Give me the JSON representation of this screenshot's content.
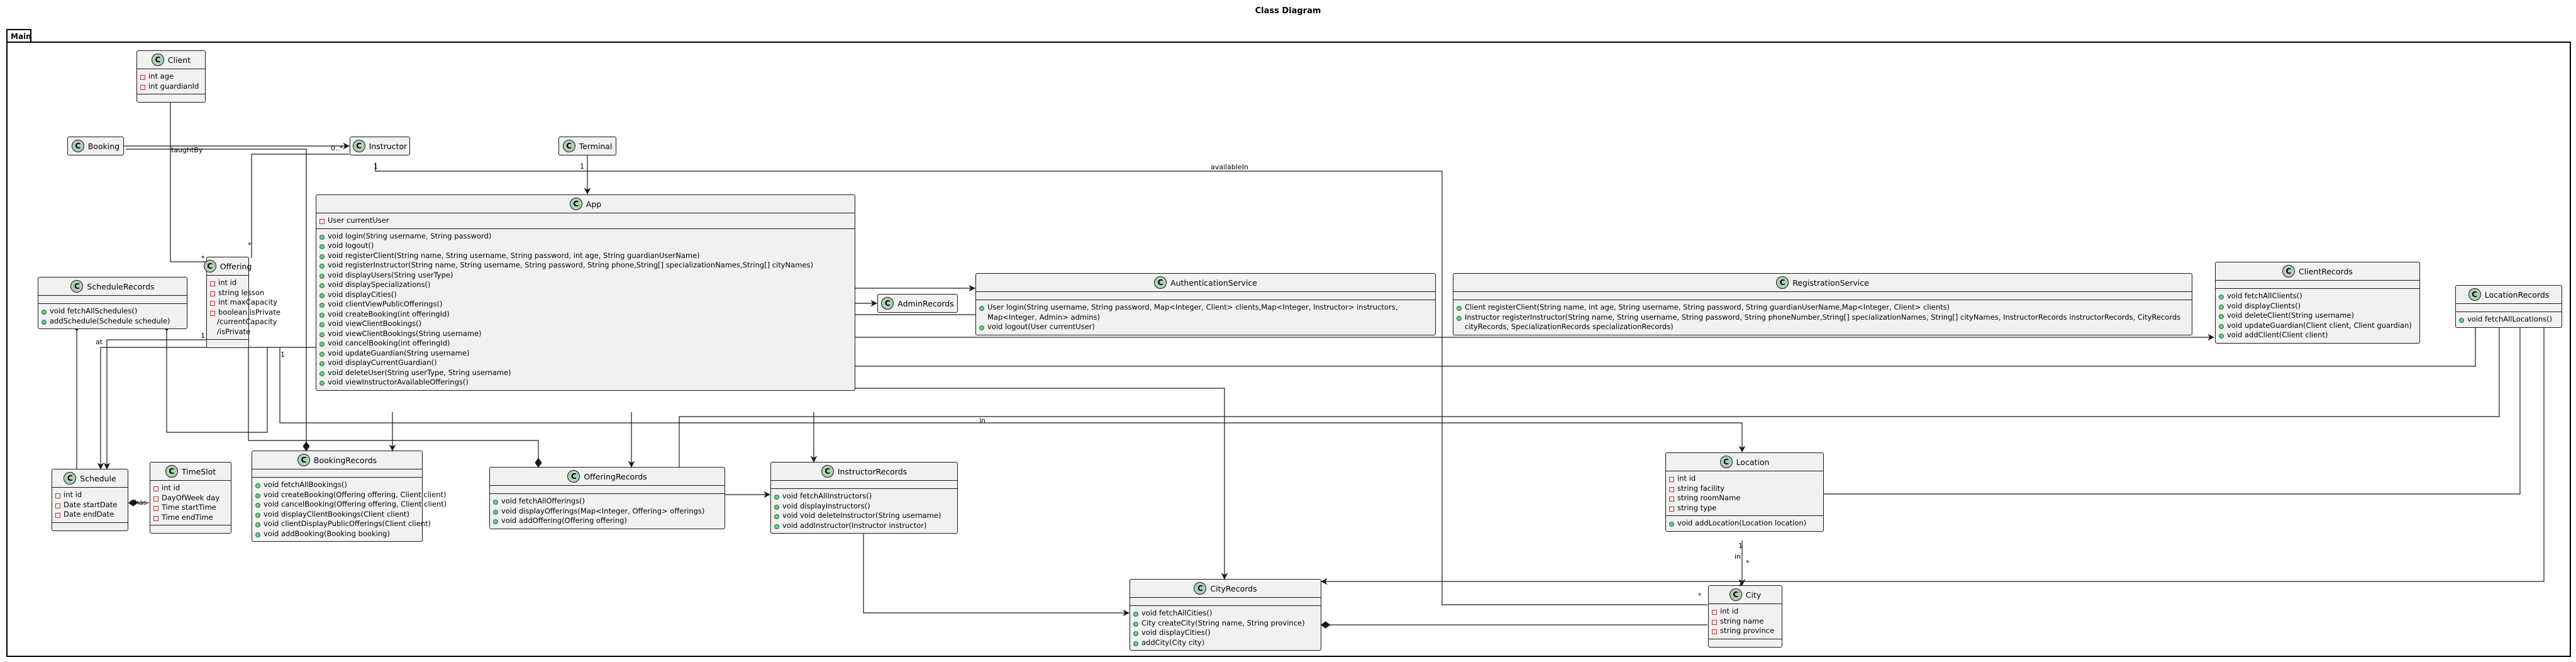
{
  "diagram_title": "Class Diagram",
  "package_name": "Main",
  "class_badge": "C",
  "classes": {
    "client": {
      "name": "Client",
      "attributes": [
        "int age",
        "int guardianId"
      ],
      "methods": []
    },
    "booking": {
      "name": "Booking",
      "attributes": [],
      "methods": []
    },
    "instructor": {
      "name": "Instructor",
      "attributes": [],
      "methods": []
    },
    "terminal": {
      "name": "Terminal",
      "attributes": [],
      "methods": []
    },
    "app": {
      "name": "App",
      "attributes": [
        "User currentUser"
      ],
      "methods": [
        "void login(String username, String password)",
        "void logout()",
        "void registerClient(String name, String username, String password, int age, String guardianUserName)",
        "void registerInstructor(String name, String username, String password, String phone,String[] specializationNames,String[] cityNames)",
        "void displayUsers(String userType)",
        "void displaySpecializations()",
        "void displayCities()",
        "void clientViewPublicOfferings()",
        "void createBooking(int offeringId)",
        "void viewClientBookings()",
        "void viewClientBookings(String username)",
        "void cancelBooking(int offeringId)",
        "void updateGuardian(String username)",
        "void displayCurrentGuardian()",
        "void deleteUser(String userType, String username)",
        "void viewInstructorAvailableOfferings()"
      ]
    },
    "offering": {
      "name": "Offering",
      "attributes": [
        "int id",
        "string lesson",
        "int maxCapacity",
        "boolean isPrivate",
        "/currentCapacity",
        "/isPrivate"
      ],
      "methods": []
    },
    "schedule_records": {
      "name": "ScheduleRecords",
      "attributes": [],
      "methods": [
        "void fetchAllSchedules()",
        "addSchedule(Schedule schedule)"
      ]
    },
    "admin_records": {
      "name": "AdminRecords",
      "attributes": [],
      "methods": []
    },
    "authentication_service": {
      "name": "AuthenticationService",
      "attributes": [],
      "methods": [
        "User login(String username, String password, Map<Integer, Client> clients,Map<Integer, Instructor> instructors, Map<Integer, Admin> admins)",
        "void logout(User currentUser)"
      ]
    },
    "registration_service": {
      "name": "RegistrationService",
      "attributes": [],
      "methods": [
        "Client registerClient(String name, int age, String username, String password, String guardianUserName,Map<Integer, Client> clients)",
        "Instructor registerInstructor(String name, String username, String password, String phoneNumber,String[] specializationNames, String[] cityNames, InstructorRecords instructorRecords, CityRecords cityRecords, SpecializationRecords specializationRecords)"
      ]
    },
    "client_records": {
      "name": "ClientRecords",
      "attributes": [],
      "methods": [
        "void fetchAllClients()",
        "void displayClients()",
        "void deleteClient(String username)",
        "void updateGuardian(Client client, Client guardian)",
        "void addClient(Client client)"
      ]
    },
    "location_records": {
      "name": "LocationRecords",
      "attributes": [],
      "methods": [
        "void fetchAllLocations()"
      ]
    },
    "schedule": {
      "name": "Schedule",
      "attributes": [
        "int id",
        "Date startDate",
        "Date endDate"
      ],
      "methods": []
    },
    "time_slot": {
      "name": "TimeSlot",
      "attributes": [
        "int id",
        "DayOfWeek day",
        "Time startTime",
        "Time endTime"
      ],
      "methods": []
    },
    "booking_records": {
      "name": "BookingRecords",
      "attributes": [],
      "methods": [
        "void fetchAllBookings()",
        "void createBooking(Offering offering, Client client)",
        "void cancelBooking(Offering offering, Client client)",
        "void displayClientBookings(Client client)",
        "void clientDisplayPublicOfferings(Client client)",
        "void addBooking(Booking booking)"
      ]
    },
    "offering_records": {
      "name": "OfferingRecords",
      "attributes": [],
      "methods": [
        "void fetchAllOfferings()",
        "void displayOfferings(Map<Integer, Offering> offerings)",
        "void addOffering(Offering offering)"
      ]
    },
    "instructor_records": {
      "name": "InstructorRecords",
      "attributes": [],
      "methods": [
        "void fetchAllInstructors()",
        "void displayInstructors()",
        "void void deleteInstructor(String username)",
        "void addInstructor(Instructor instructor)"
      ]
    },
    "location": {
      "name": "Location",
      "attributes": [
        "int id",
        "string facility",
        "string roomName",
        "string type"
      ],
      "methods": [
        "void addLocation(Location location)"
      ]
    },
    "city_records": {
      "name": "CityRecords",
      "attributes": [],
      "methods": [
        "void fetchAllCities()",
        "City createCity(String name, String province)",
        "void displayCities()",
        "addCity(City city)"
      ]
    },
    "city": {
      "name": "City",
      "attributes": [
        "int id",
        "string name",
        "string province"
      ],
      "methods": []
    }
  },
  "relation_labels": {
    "taught_by": "taughtBy",
    "available_in": "availableIn",
    "has": "has",
    "at": "at",
    "in_upper": "in",
    "in_lower": "in"
  },
  "multiplicities": {
    "booking_client": "*",
    "client_offering": "*",
    "offering_taught": "*",
    "instructor_many": "0..*",
    "instructor_one": "1",
    "terminal_one": "1",
    "offering_one": "1",
    "offering_schedule": "1",
    "location_one": "1",
    "city_star": "*",
    "location_star": "*",
    "city_one": "1"
  }
}
